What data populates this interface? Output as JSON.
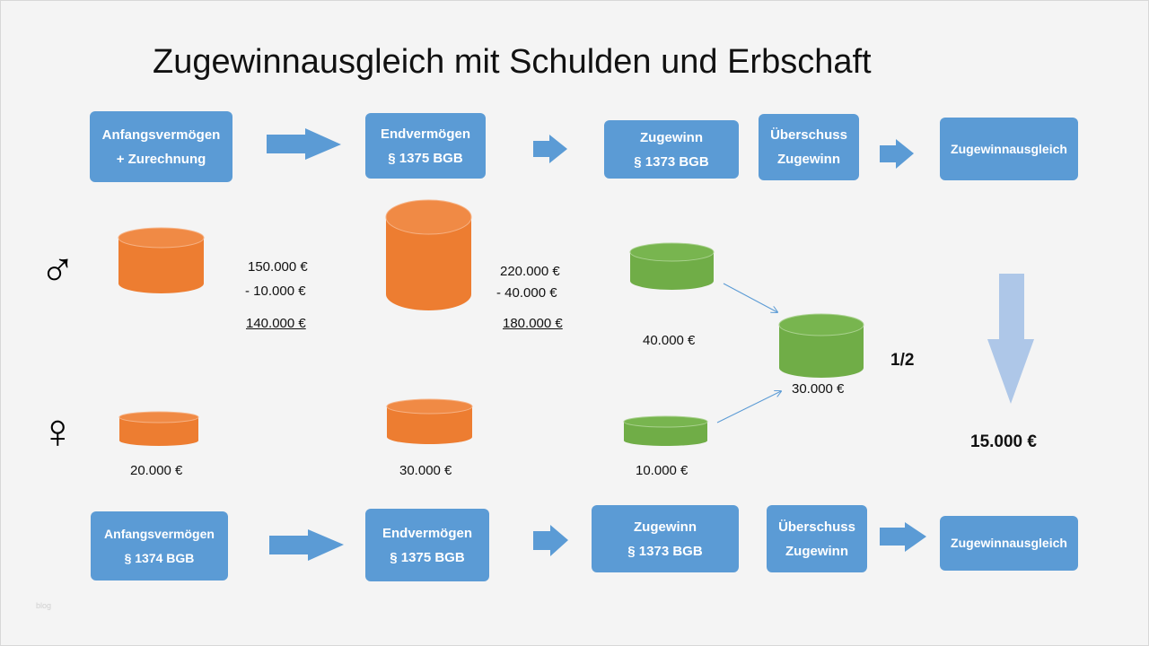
{
  "title": "Zugewinnausgleich mit Schulden und Erbschaft",
  "top_row": {
    "box1": [
      "Anfangsvermögen",
      "+ Zurechnung"
    ],
    "box2": [
      "Endvermögen",
      "§ 1375 BGB"
    ],
    "box3": [
      "Zugewinn",
      "§ 1373 BGB"
    ],
    "box4": [
      "Überschuss",
      "Zugewinn"
    ],
    "box5": [
      "Zugewinnausgleich"
    ]
  },
  "bottom_row": {
    "box1": [
      "Anfangsvermögen",
      "§ 1374 BGB"
    ],
    "box2": [
      "Endvermögen",
      "§ 1375 BGB"
    ],
    "box3": [
      "Zugewinn",
      "§ 1373 BGB"
    ],
    "box4": [
      "Überschuss",
      "Zugewinn"
    ],
    "box5": [
      "Zugewinnausgleich"
    ]
  },
  "male": {
    "symbol": "♂",
    "anfang": [
      "150.000 €",
      "- 10.000 €",
      "140.000 €"
    ],
    "end": [
      "220.000 €",
      "- 40.000 €",
      "180.000 €"
    ],
    "zugewinn": "40.000 €"
  },
  "female": {
    "symbol": "♀",
    "anfang": "20.000 €",
    "end": "30.000 €",
    "zugewinn": "10.000 €"
  },
  "difference": "30.000 €",
  "factor": "1/2",
  "result": "15.000 €",
  "watermark": "blog",
  "colors": {
    "box": "#5b9bd5",
    "orange": "#ed7d31",
    "green": "#70ad47",
    "down_arrow": "#aec7e8"
  }
}
